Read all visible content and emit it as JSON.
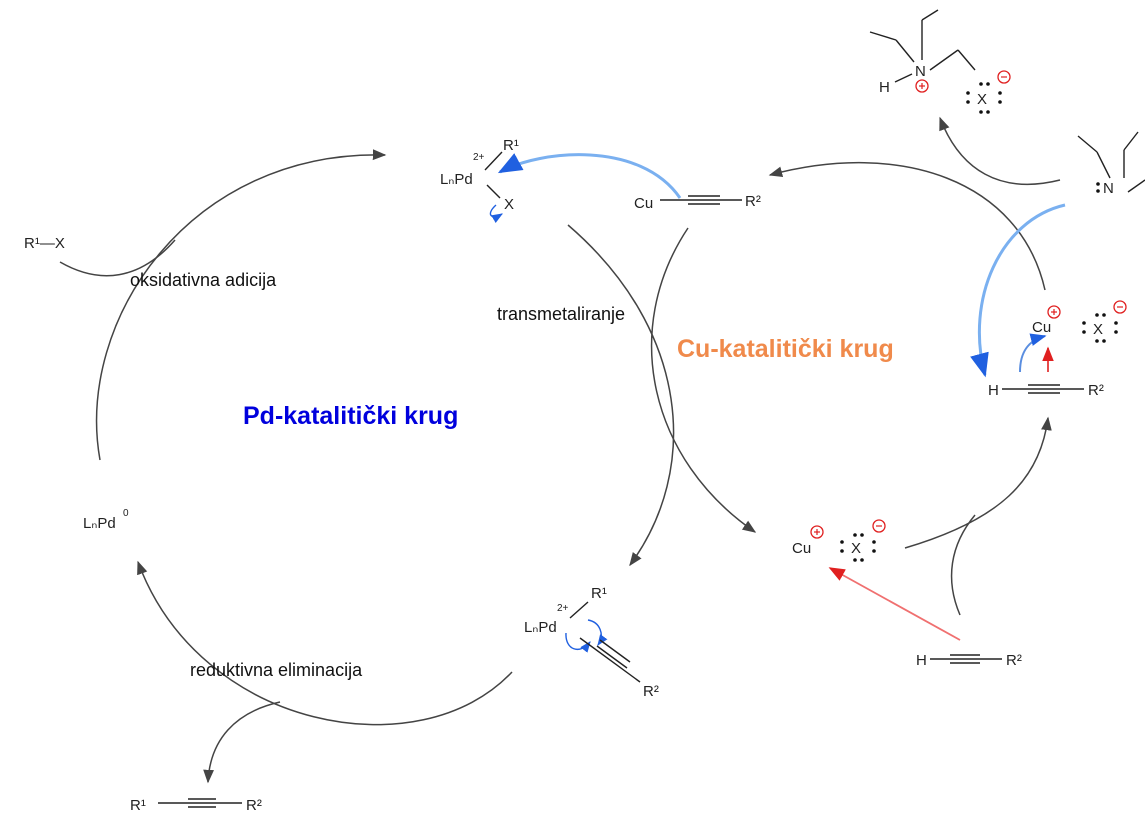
{
  "titles": {
    "pd_cycle": "Pd-katalitički krug",
    "cu_cycle": "Cu-katalitički krug"
  },
  "steps": {
    "oxidative_addition": "oksidativna adicija",
    "transmetalation": "transmetaliranje",
    "reductive_elimination": "reduktivna eliminacija"
  },
  "species": {
    "aryl_halide": "R¹—X",
    "pd0": {
      "main": "LₙPd",
      "charge": "0"
    },
    "pd_complex_top": {
      "main": "LₙPd",
      "charge": "2+",
      "r1": "R¹",
      "x": "X"
    },
    "pd_complex_bottom": {
      "main": "LₙPd",
      "charge": "2+",
      "r1": "R¹",
      "r2": "R²"
    },
    "cu_acetylide": {
      "cu": "Cu",
      "r2": "R²"
    },
    "product": {
      "r1": "R¹",
      "r2": "R²"
    },
    "cu_cation": {
      "cu": "Cu",
      "x": "X"
    },
    "alkyne_bottom": {
      "h": "H",
      "r2": "R²"
    },
    "cu_pi_complex": {
      "cu": "Cu",
      "x": "X",
      "h": "H",
      "r2": "R²"
    },
    "amine": {
      "n": "N"
    },
    "ammonium": {
      "h": "H",
      "n": "N",
      "x": "X"
    }
  },
  "colors": {
    "pd_title": "#0000dd",
    "cu_title": "#f08a4b",
    "charge_red": "#e02020",
    "blue_arrow": "#7ab0f0",
    "red_arrow": "#f06060",
    "blue_dot": "#2060e0"
  }
}
